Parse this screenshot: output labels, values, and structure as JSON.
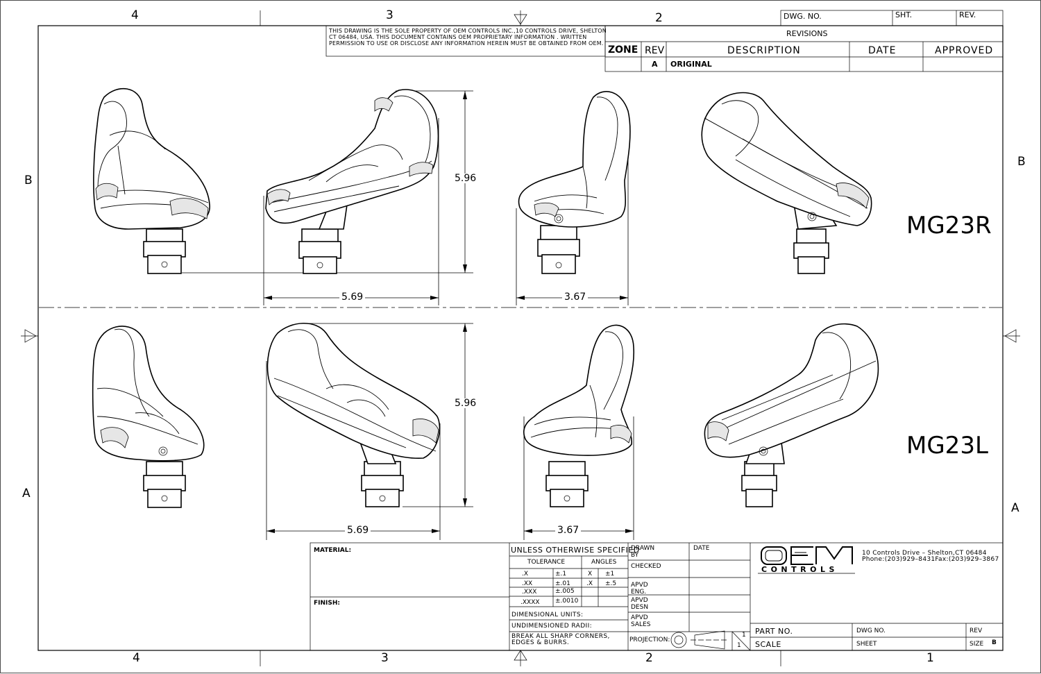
{
  "zones": {
    "top": [
      "4",
      "3",
      "2"
    ],
    "bottom": [
      "4",
      "3",
      "2",
      "1"
    ],
    "left": [
      "B",
      "A"
    ],
    "right": [
      "B",
      "A"
    ]
  },
  "property_notice": [
    "THIS DRAWING IS THE SOLE PROPERTY OF OEM CONTROLS INC.,10 CONTROLS DRIVE, SHELTON",
    "CT 06484, USA. THIS DOCUMENT CONTAINS OEM PROPRIETARY INFORMATION . WRITTEN",
    "PERMISSION TO USE OR DISCLOSE ANY INFORMATION HEREIN MUST BE OBTAINED FROM OEM."
  ],
  "top_block": {
    "dwg_no": "DWG. NO.",
    "sht": "SHT.",
    "rev": "REV."
  },
  "revisions": {
    "title": "REVISIONS",
    "headers": {
      "zone": "ZONE",
      "rev": "REV",
      "description": "DESCRIPTION",
      "date": "DATE",
      "approved": "APPROVED"
    },
    "rows": [
      {
        "zone": "",
        "rev": "A",
        "description": "ORIGINAL",
        "date": "",
        "approved": ""
      }
    ]
  },
  "views": {
    "upper_label": "MG23R",
    "lower_label": "MG23L"
  },
  "dimensions": {
    "upper_width": "5.69",
    "upper_depth": "3.67",
    "upper_height": "5.96",
    "lower_width": "5.69",
    "lower_depth": "3.67",
    "lower_height": "5.96"
  },
  "title_block": {
    "material": "MATERIAL:",
    "finish": "FINISH:",
    "unless": "UNLESS OTHERWISE SPECIFIED",
    "tolerance": "TOLERANCE",
    "angles": "ANGLES",
    "tol_rows": [
      [
        ".X",
        "±.1"
      ],
      [
        ".XX",
        "±.01"
      ],
      [
        ".XXX",
        "±.005"
      ],
      [
        ".XXXX",
        "±.0010"
      ]
    ],
    "ang_rows": [
      [
        "X",
        "±1"
      ],
      [
        ".X",
        "±.5"
      ]
    ],
    "dim_units": "DIMENSIONAL UNITS:",
    "undim_radii": "UNDIMENSIONED RADII:",
    "break1": "BREAK ALL SHARP CORNERS,",
    "break2": "EDGES & BURRS.",
    "drawn": "DRAWN",
    "by": "BY",
    "date": "DATE",
    "checked": "CHECKED",
    "apvd": "APVD",
    "eng": "ENG.",
    "desn": "DESN",
    "sales": "SALES",
    "projection": "PROJECTION:",
    "proj_scale": [
      "1",
      "1"
    ],
    "logo_top": "OEM",
    "logo_bottom": "CONTROLS",
    "address1": "10 Controls Drive  –  Shelton,CT 06484",
    "address2": "Phone:(203)929–8431Fax:(203)929–3867",
    "part_no": "PART NO.",
    "dwg_no": "DWG NO.",
    "rev": "REV",
    "scale": "SCALE",
    "sheet": "SHEET",
    "size": "SIZE",
    "size_value": "B"
  }
}
